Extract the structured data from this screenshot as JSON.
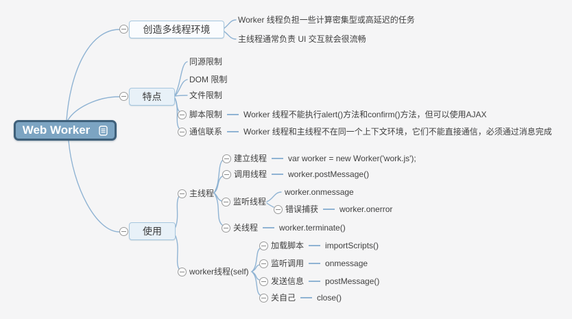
{
  "colors": {
    "background": "#f5f5f6",
    "connector_line": "#8fb3d3",
    "root_fill": "#7ca4c2",
    "root_border": "#3f607a",
    "branch_box_border": "#a6c6de",
    "branch_box_fill": "#e8f1f8",
    "text": "#3f3f3f"
  },
  "root": {
    "label": "Web Worker",
    "icon": "notes-icon"
  },
  "branches": {
    "create_env": {
      "label": "创造多线程环境",
      "children": [
        {
          "label": "Worker 线程负担一些计算密集型或高延迟的任务"
        },
        {
          "label": "主线程通常负责 UI 交互就会很流畅"
        }
      ]
    },
    "features": {
      "label": "特点",
      "children": [
        {
          "label": "同源限制"
        },
        {
          "label": "DOM 限制"
        },
        {
          "label": "文件限制"
        },
        {
          "label": "脚本限制",
          "note": "Worker 线程不能执行alert()方法和confirm()方法，但可以使用AJAX"
        },
        {
          "label": "通信联系",
          "note": "Worker 线程和主线程不在同一个上下文环境，它们不能直接通信，必须通过消息完成"
        }
      ]
    },
    "usage": {
      "label": "使用",
      "main_thread": {
        "label": "主线程",
        "children": [
          {
            "label": "建立线程",
            "note": "var worker = new Worker('work.js');"
          },
          {
            "label": "调用线程",
            "note": "worker.postMessage()"
          },
          {
            "label": "监听线程",
            "children": [
              {
                "label": "worker.onmessage"
              },
              {
                "label": "错误捕获",
                "note": "worker.onerror"
              }
            ]
          },
          {
            "label": "关线程",
            "note": "worker.terminate()"
          }
        ]
      },
      "worker_thread": {
        "label": "worker线程(self)",
        "children": [
          {
            "label": "加载脚本",
            "note": "importScripts()"
          },
          {
            "label": "监听调用",
            "note": "onmessage"
          },
          {
            "label": "发送信息",
            "note": "postMessage()"
          },
          {
            "label": "关自己",
            "note": "close()"
          }
        ]
      }
    }
  }
}
